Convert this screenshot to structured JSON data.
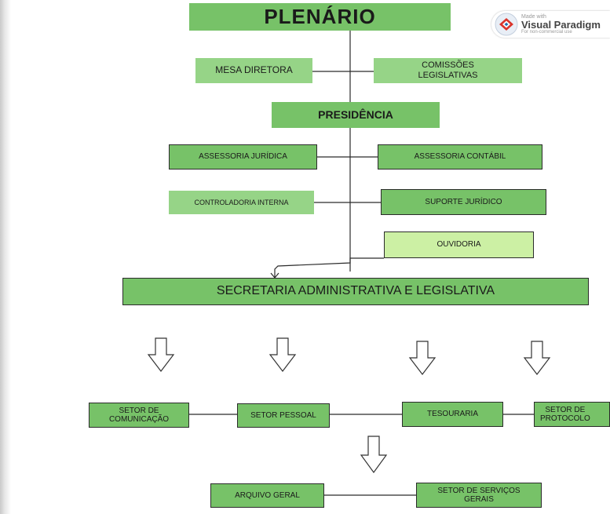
{
  "colors": {
    "box_fill": "#77c268",
    "box_fill_light": "#96d487",
    "box_fill_pale": "#ccf0a4",
    "connector": "#2b2b2b"
  },
  "watermark": {
    "made_with": "Made with",
    "brand": "Visual Paradigm",
    "note": "For non-commercial use",
    "icon": "visual-paradigm-logo"
  },
  "nodes": {
    "plenario": "PLENÁRIO",
    "mesa_diretora": "MESA DIRETORA",
    "comissoes_legislativas": "COMISSÕES\nLEGISLATIVAS",
    "presidencia": "PRESIDÊNCIA",
    "assessoria_juridica": "ASSESSORIA JURÍDICA",
    "assessoria_contabil": "ASSESSORIA CONTÁBIL",
    "controladoria_interna": "CONTROLADORIA INTERNA",
    "suporte_juridico": "SUPORTE JURÍDICO",
    "ouvidoria": "OUVIDORIA",
    "secretaria": "SECRETARIA ADMINISTRATIVA E LEGISLATIVA",
    "setor_comunicacao": "SETOR DE\nCOMUNICAÇÃO",
    "setor_pessoal": "SETOR PESSOAL",
    "tesouraria": "TESOURARIA",
    "setor_protocolo": "SETOR DE\nPROTOCOLO",
    "arquivo_geral": "ARQUIVO GERAL",
    "setor_servicos_gerais": "SETOR DE SERVIÇOS\nGERAIS"
  }
}
